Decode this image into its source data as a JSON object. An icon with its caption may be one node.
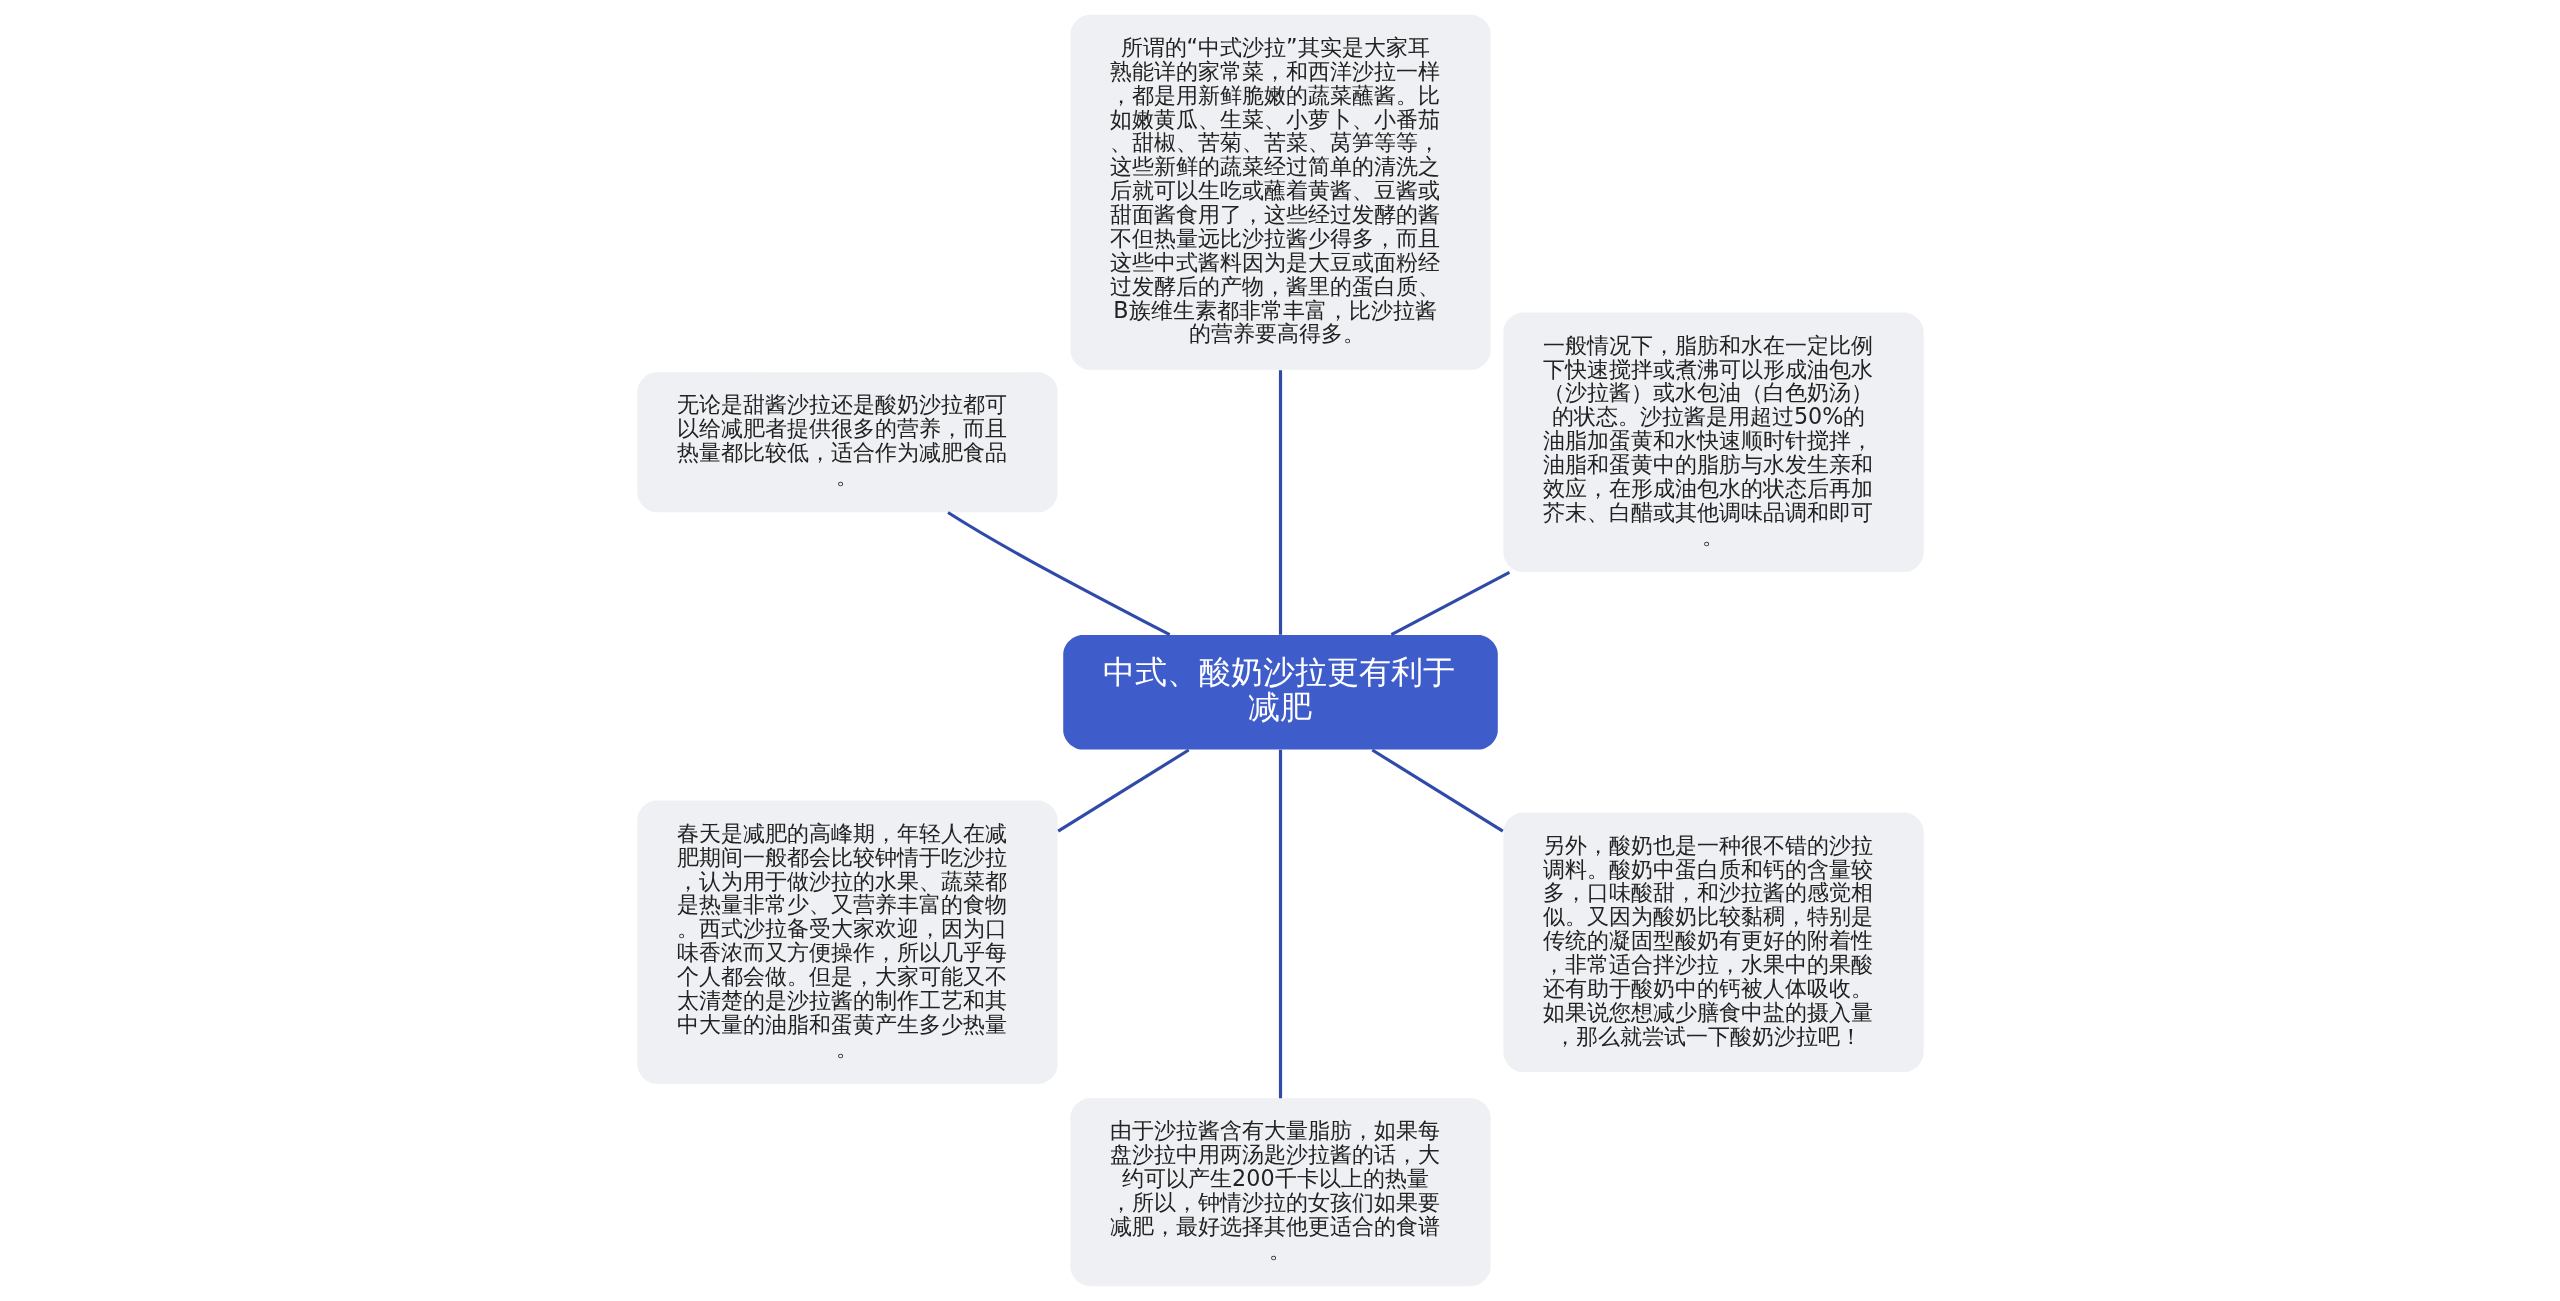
{
  "diagram": {
    "nodes": [
      {
        "text": [
          "中式、酸奶沙拉更有利于减肥"
        ]
      },
      {
        "text": [
          "一般情况下，脂肪和水在一定比例下快速搅拌或煮沸可以形成油包水（沙拉酱）或水包油（白色奶汤）的状态。沙拉酱是用超过50%的油脂加蛋黄和水快速顺时针搅拌，油脂和蛋黄中的脂肪与水发生亲和效应，在形成油包水的状态后再加芥末、白醋或其他调味品调和即可。"
        ]
      },
      {
        "text": [
          "所谓的“中式沙拉”其实是大家耳熟能详的家常菜，和西洋沙拉一样，都是用新鲜脆嫩的蔬菜蘸酱。比如嫩黄瓜、生菜、小萝卜、小番茄、甜椒、苦菊、苦菜、莴笋等等，这些新鲜的蔬菜经过简单的清洗之后就可以生吃或蘸着黄酱、豆酱或甜面酱食用了，这些经过发酵的酱不但热量远比沙拉酱少得多，而且这些中式酱料因为是大豆或面粉经过发酵后的产物，酱里的蛋白质、B族维生素都非常丰富，比沙拉酱的营养要高得多。"
        ]
      },
      {
        "text": [
          "无论是甜酱沙拉还是酸奶沙拉都可以给减肥者提供很多的营养，而且热量都比较低，适合作为减肥食品。"
        ]
      },
      {
        "text": [
          "春天是减肥的高峰期，年轻人在减肥期间一般都会比较钟情于吃沙拉，认为用于做沙拉的水果、蔬菜都是热量非常少、又营养丰富的食物。西式沙拉备受大家欢迎，因为口味香浓而又方便操作，所以几乎每个人都会做。但是，大家可能又不太清楚的是沙拉酱的制作工艺和其中大量的油脂和蛋黄产生多少热量。"
        ]
      },
      {
        "text": [
          "由于沙拉酱含有大量脂肪，如果每盘沙拉中用两汤匙沙拉酱的话，大约可以产生200千卡以上的热量，所以，钟情沙拉的女孩们如果要减肥，最好选择其他更适合的食谱。"
        ]
      },
      {
        "text": [
          "另外，酸奶也是一种很不错的沙拉调料。酸奶中蛋白质和钙的含量较多，口味酸甜，和沙拉酱的感觉相似。又因为酸奶比较黏稠，特别是传统的凝固型酸奶有更好的附着性，非常适合拌沙拉，水果中的果酸还有助于酸奶中的钙被人体吸收。如果说您想减少膳食中盐的摄入量，那么就尝试一下酸奶沙拉吧！"
        ]
      }
    ],
    "edges": [
      {
        "from": 0,
        "to": 1,
        "arrow": "none"
      },
      {
        "from": 0,
        "to": 2,
        "arrow": "none"
      },
      {
        "from": 0,
        "to": 3,
        "arrow": "none"
      },
      {
        "from": 0,
        "to": 4,
        "arrow": "none"
      },
      {
        "from": 0,
        "to": 5,
        "arrow": "none"
      },
      {
        "from": 0,
        "to": 6,
        "arrow": "none"
      }
    ]
  }
}
